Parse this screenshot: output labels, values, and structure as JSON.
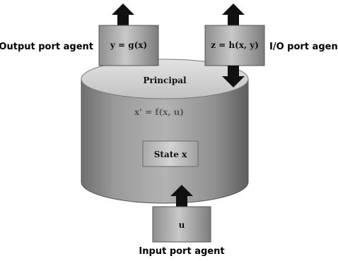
{
  "diagram": {
    "principal_label": "Principal",
    "state_label": "State x",
    "transition_label": "x' = f(x, u)",
    "output_agent": {
      "label": "Output port agent",
      "formula": "y = g(x)"
    },
    "io_agent": {
      "label": "I/O port agent",
      "formula": "z = h(x, y)"
    },
    "input_agent": {
      "label": "Input port agent",
      "formula": "u"
    }
  }
}
